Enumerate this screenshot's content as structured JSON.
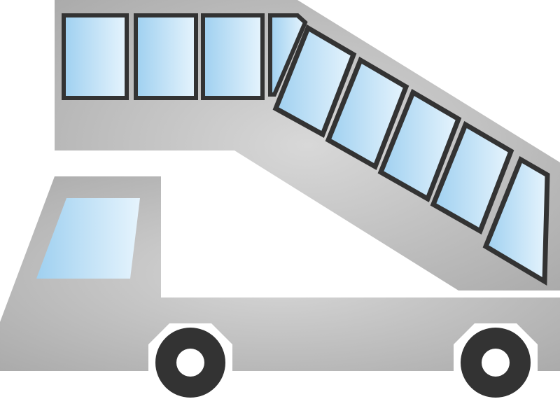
{
  "illustration": {
    "subject": "airport-stair-truck",
    "colors": {
      "body": "#b9b9b9",
      "body_highlight": "#d6d6d6",
      "window_frame": "#333333",
      "window_glass_light": "#e6f4fd",
      "window_glass": "#9fd0f0",
      "tire": "#333333",
      "hub": "#ffffff",
      "background": "#ffffff"
    },
    "window_count_upper": 4,
    "window_count_stairs": 5
  }
}
